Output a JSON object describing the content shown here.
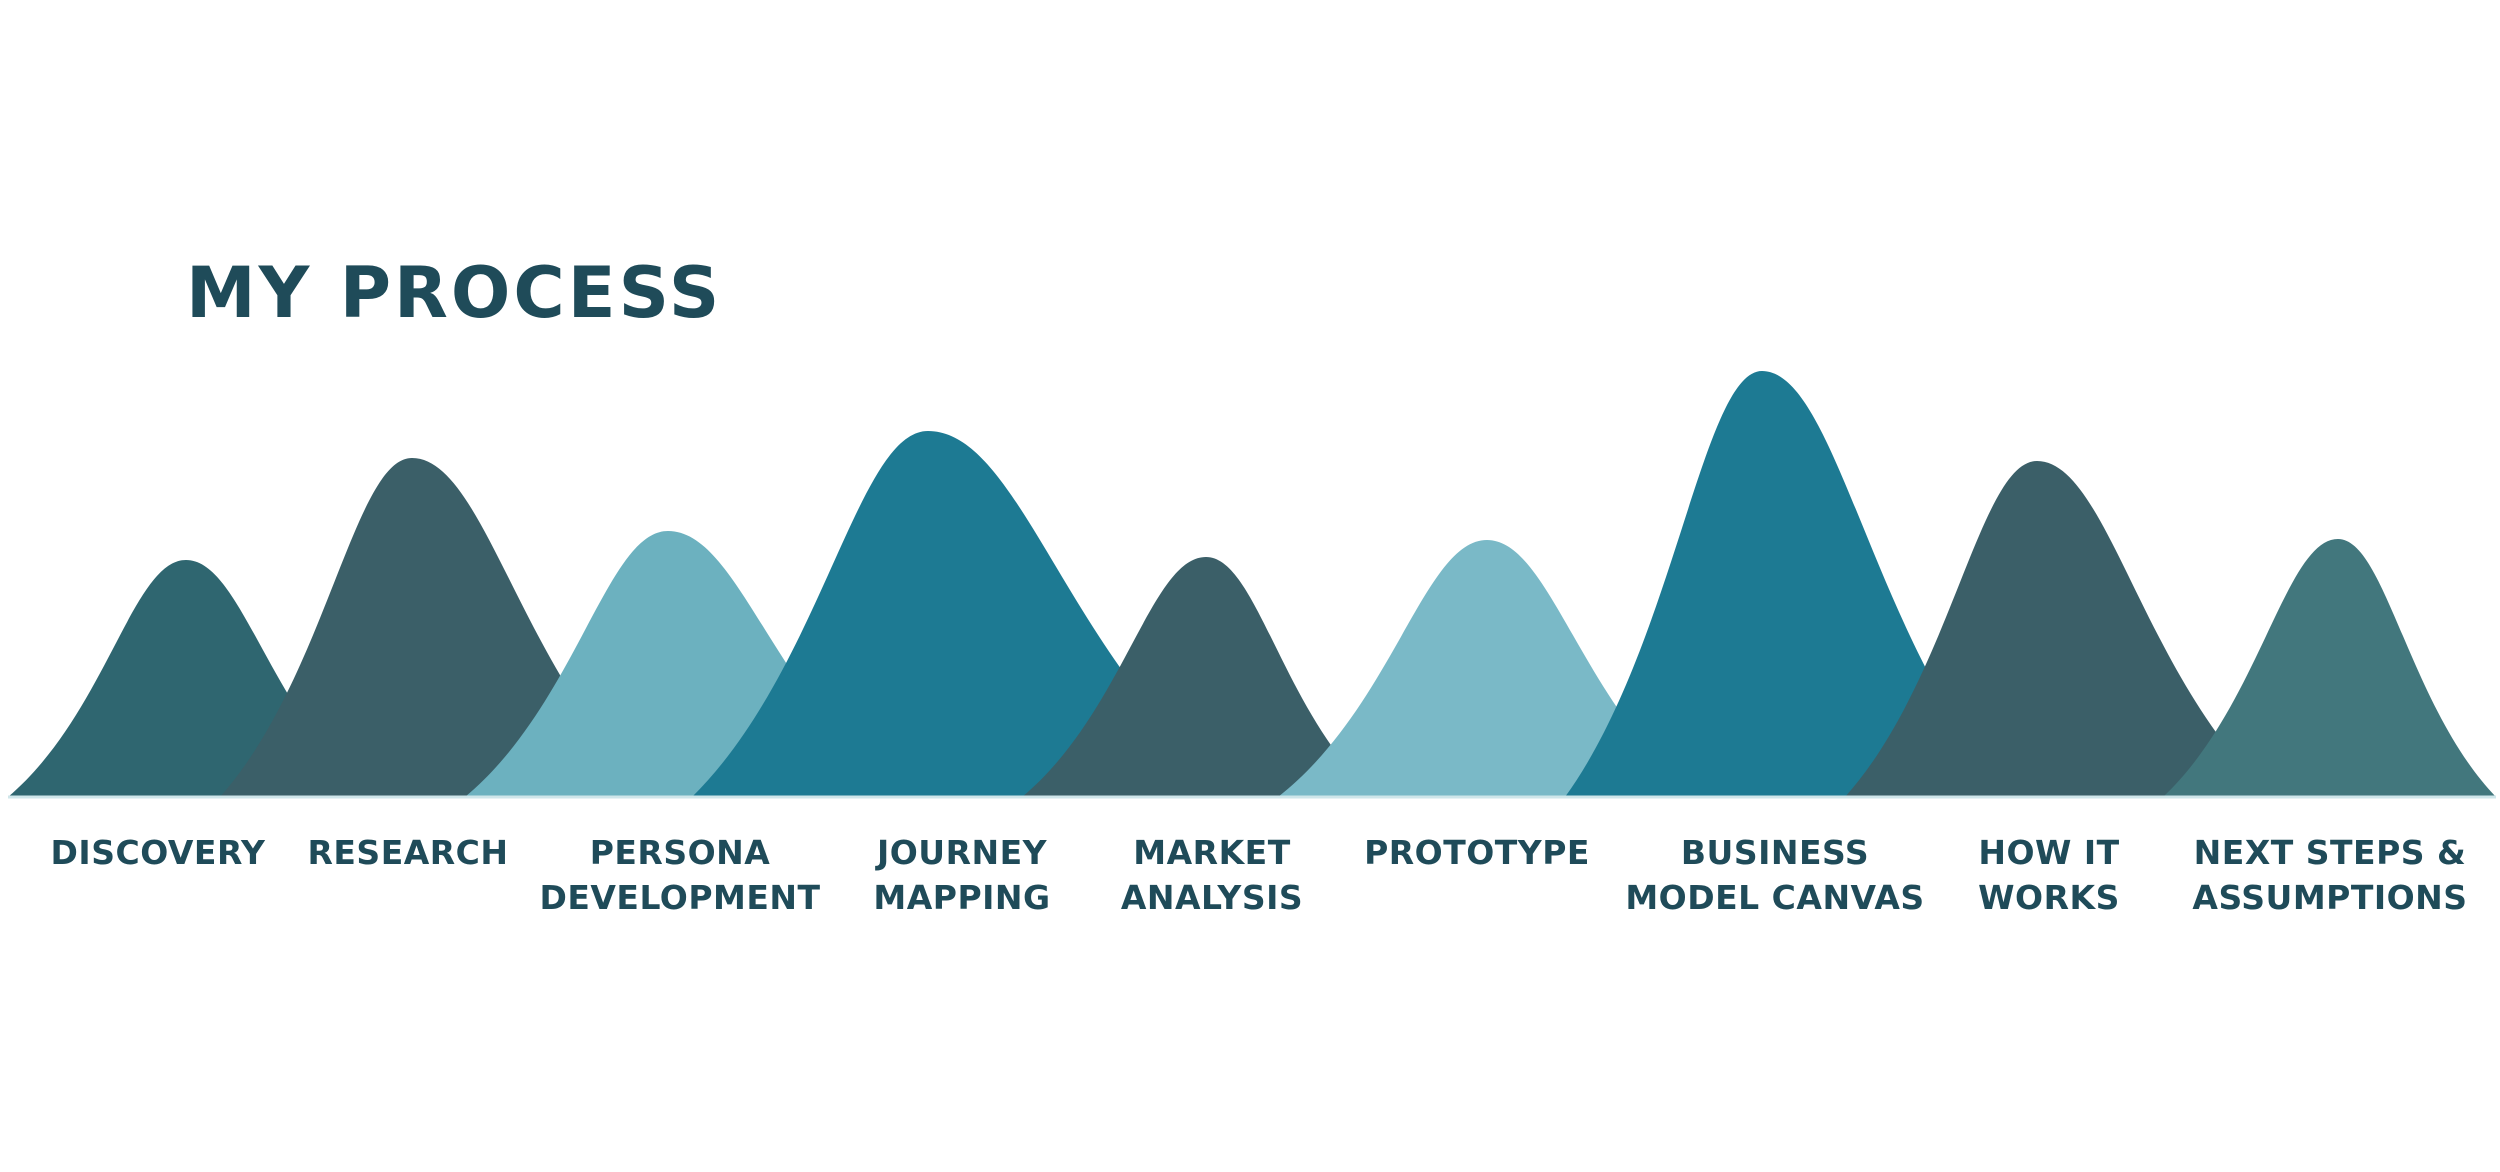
{
  "title": "MY PROCESS",
  "colors": {
    "text": "#1f4b59",
    "baseline": "#cfe6ea",
    "mountains": [
      "#2f6670",
      "#3b5f68",
      "#6cb1bf",
      "#1d7a93",
      "#3b5f68",
      "#7ab9c7",
      "#1d7a93",
      "#3b5f68",
      "#42777d"
    ]
  },
  "steps": [
    {
      "label": "DISCOVERY"
    },
    {
      "label": "RESEARCH"
    },
    {
      "label": "PERSONA\nDEVELOPMENT"
    },
    {
      "label": "JOURNEY\nMAPPING"
    },
    {
      "label": "MARKET\nANALYSIS"
    },
    {
      "label": "PROTOTYPE"
    },
    {
      "label": "BUSINESS\nMODEL CANVAS"
    },
    {
      "label": "HOW IT\nWORKS"
    },
    {
      "label": "NEXT STEPS &\nASSUMPTIONS"
    }
  ]
}
